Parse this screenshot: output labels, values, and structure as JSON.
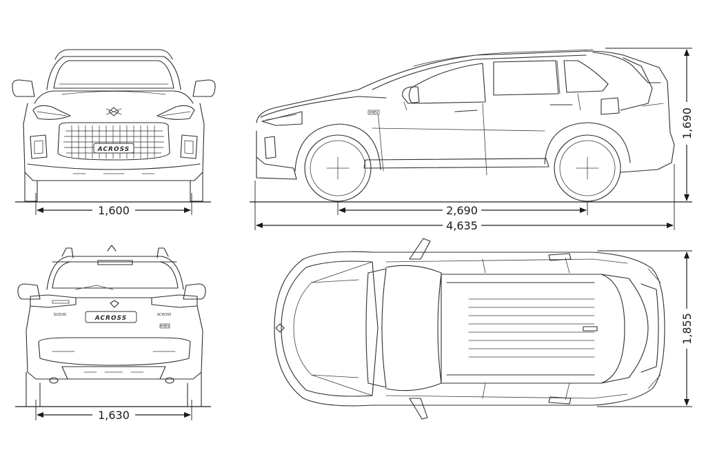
{
  "dimensions": {
    "front_track": "1,600",
    "rear_track": "1,630",
    "wheelbase": "2,690",
    "overall_length": "4,635",
    "overall_height": "1,690",
    "overall_width": "1,855"
  },
  "badges": {
    "model_name": "ACROSS",
    "model_script": "ACROSS",
    "maker": "SUZUKI",
    "hybrid": "PHEV"
  }
}
